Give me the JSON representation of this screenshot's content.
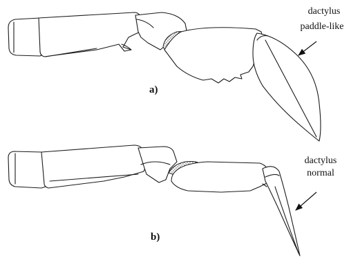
{
  "panels": [
    {
      "id": "a",
      "label": "a)",
      "callout": [
        "dactylus",
        "paddle-like"
      ]
    },
    {
      "id": "b",
      "label": "b)",
      "callout": [
        "dactylus",
        "normal"
      ]
    }
  ]
}
